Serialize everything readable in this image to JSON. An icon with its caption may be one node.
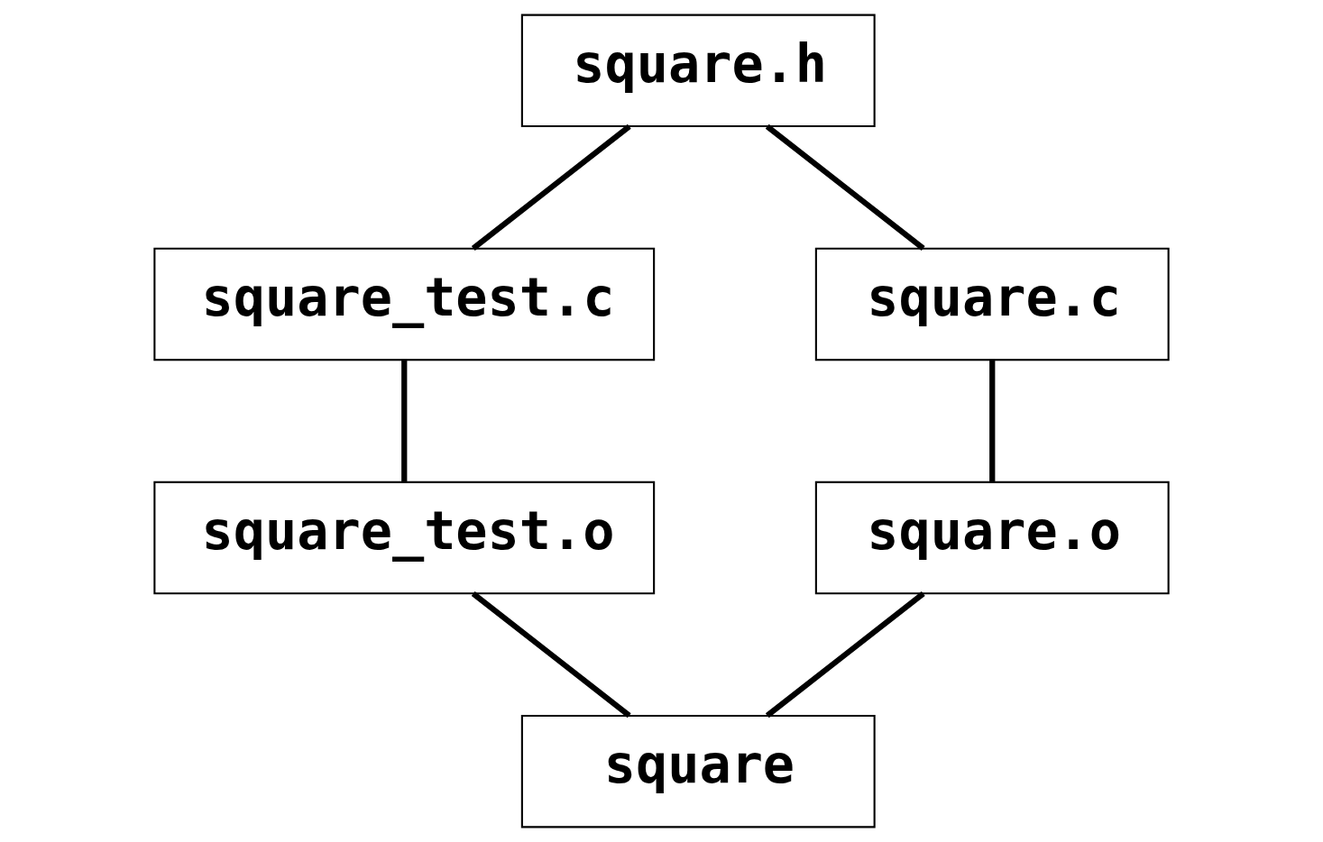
{
  "diagram": {
    "nodes": [
      {
        "text": [
          "square.h"
        ]
      },
      {
        "text": [
          "square_test.c"
        ]
      },
      {
        "text": [
          "square.c"
        ]
      },
      {
        "text": [
          "square_test.o"
        ]
      },
      {
        "text": [
          "square.o"
        ]
      },
      {
        "text": [
          "square"
        ]
      }
    ],
    "edges": [
      {
        "from": 0,
        "to": 1,
        "arrow": "none"
      },
      {
        "from": 0,
        "to": 2,
        "arrow": "none"
      },
      {
        "from": 1,
        "to": 3,
        "arrow": "none"
      },
      {
        "from": 2,
        "to": 4,
        "arrow": "none"
      },
      {
        "from": 3,
        "to": 5,
        "arrow": "none"
      },
      {
        "from": 4,
        "to": 5,
        "arrow": "none"
      }
    ]
  }
}
